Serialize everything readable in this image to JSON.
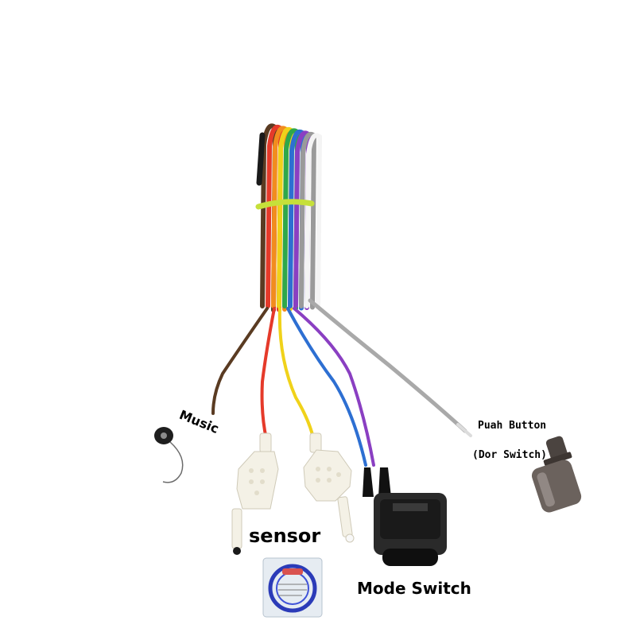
{
  "labels": {
    "music": "Music",
    "sensor": "sensor",
    "mode_switch": "Mode Switch",
    "push_button_line1": "Puah Button",
    "push_button_line2": "(Dor Switch)"
  },
  "colors": {
    "background": "#ffffff",
    "cable_tie": "#c6e03a",
    "connector": "#f4f1e6",
    "switch_body": "#2a2a2a",
    "push_button_metal": "#6b625d"
  },
  "ribbon_wires": [
    "#5a3b22",
    "#e53a2a",
    "#f28c1e",
    "#f0d21a",
    "#2fa84a",
    "#2d6fd2",
    "#8a3fc2",
    "#9a9a9a",
    "#f4f4f4"
  ]
}
